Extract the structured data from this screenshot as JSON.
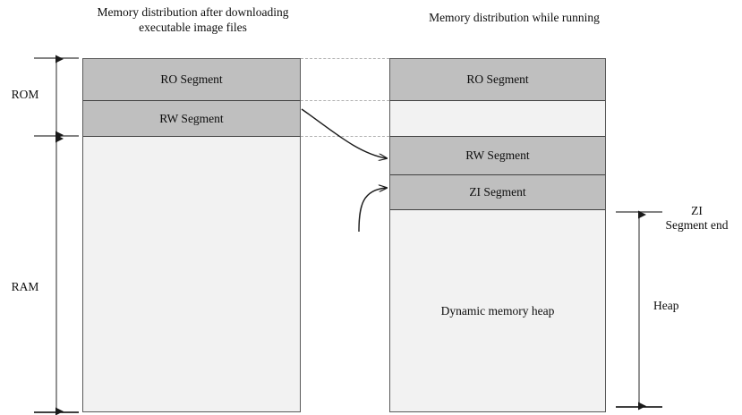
{
  "diagram": {
    "titles": {
      "left": "Memory distribution after downloading executable image files",
      "right": "Memory distribution while running"
    },
    "left_column": {
      "segments": [
        {
          "label": "RO Segment",
          "kind": "filled"
        },
        {
          "label": "RW Segment",
          "kind": "filled"
        },
        {
          "label": "",
          "kind": "plain"
        }
      ]
    },
    "right_column": {
      "segments": [
        {
          "label": "RO Segment",
          "kind": "filled"
        },
        {
          "label": "",
          "kind": "empty"
        },
        {
          "label": "RW Segment",
          "kind": "filled"
        },
        {
          "label": "ZI Segment",
          "kind": "filled"
        },
        {
          "label": "Dynamic memory heap",
          "kind": "plain"
        }
      ]
    },
    "brackets": {
      "rom": "ROM",
      "ram": "RAM",
      "zi_segment_end": "ZI\nSegment end",
      "heap": "Heap"
    },
    "colors": {
      "segment_fill": "#bfbfbf",
      "background_fill": "#f2f2f2",
      "border": "#595959",
      "segment_border": "#404040",
      "dotted_link": "#b0b0b0",
      "arrow": "#1a1a1a",
      "text": "#0d0d0d"
    }
  }
}
